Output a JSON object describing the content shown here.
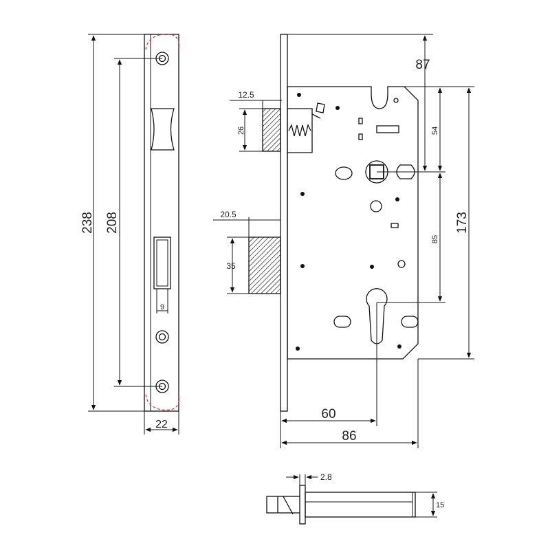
{
  "dimensions": {
    "faceplate_length": "238",
    "screw_spacing": "208",
    "faceplate_width": "22",
    "slot_width": "9",
    "latch_projection": "12.5",
    "latch_height": "26",
    "deadbolt_projection": "20.5",
    "deadbolt_height": "35",
    "top_to_handle": "87",
    "case_top_to_handle": "54",
    "case_height": "173",
    "handle_to_cylinder": "85",
    "backset": "60",
    "case_depth": "86",
    "plate_thickness": "2.8",
    "bolt_height": "15"
  },
  "colors": {
    "line": "#111111",
    "corner_marks": "#dd3333",
    "background": "#ffffff"
  }
}
